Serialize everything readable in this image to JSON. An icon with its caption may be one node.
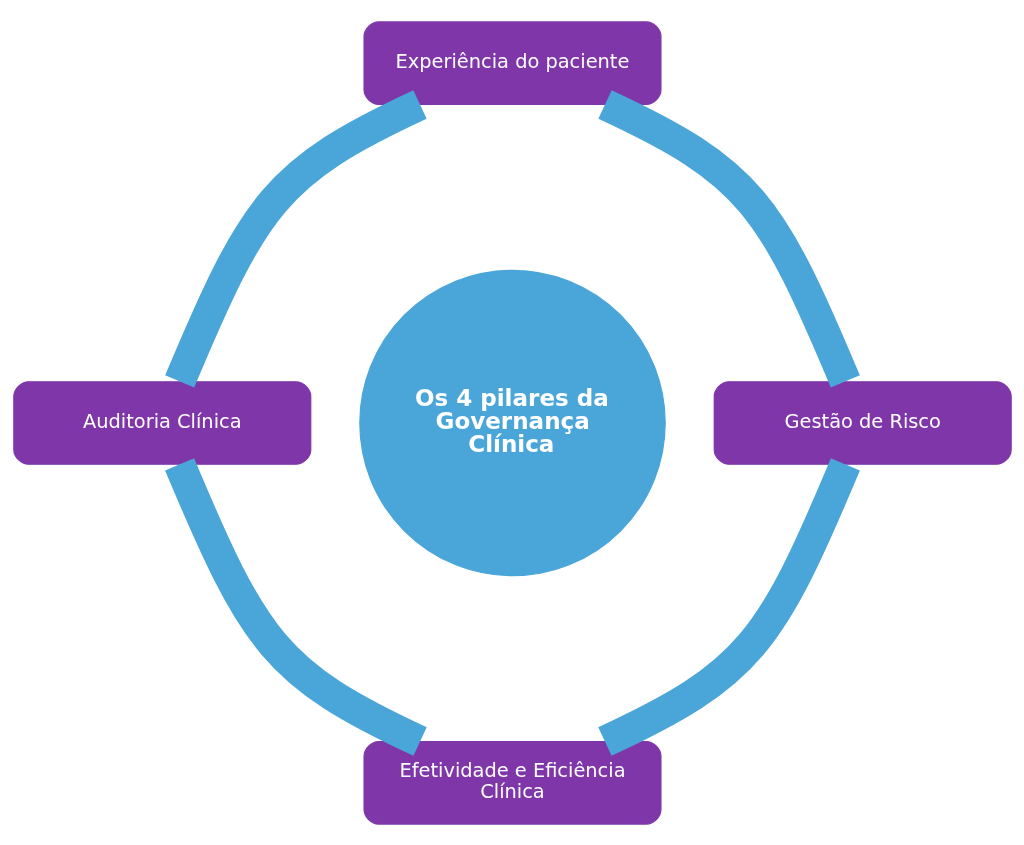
{
  "diagram": {
    "nodes": [
      {
        "text": [
          "Experiência do paciente"
        ]
      },
      {
        "text": [
          "Auditoria Clínica"
        ]
      },
      {
        "text": [
          "Os 4 pilares da Governança Clínica"
        ]
      },
      {
        "text": [
          "Gestão de Risco"
        ]
      },
      {
        "text": [
          "Efetividade e Eficiência Clínica"
        ]
      }
    ],
    "edges": [
      {
        "from": 0,
        "to": 1,
        "arrow": "none"
      },
      {
        "from": 0,
        "to": 3,
        "arrow": "none"
      },
      {
        "from": 1,
        "to": 4,
        "arrow": "none"
      },
      {
        "from": 3,
        "to": 4,
        "arrow": "none"
      }
    ]
  }
}
